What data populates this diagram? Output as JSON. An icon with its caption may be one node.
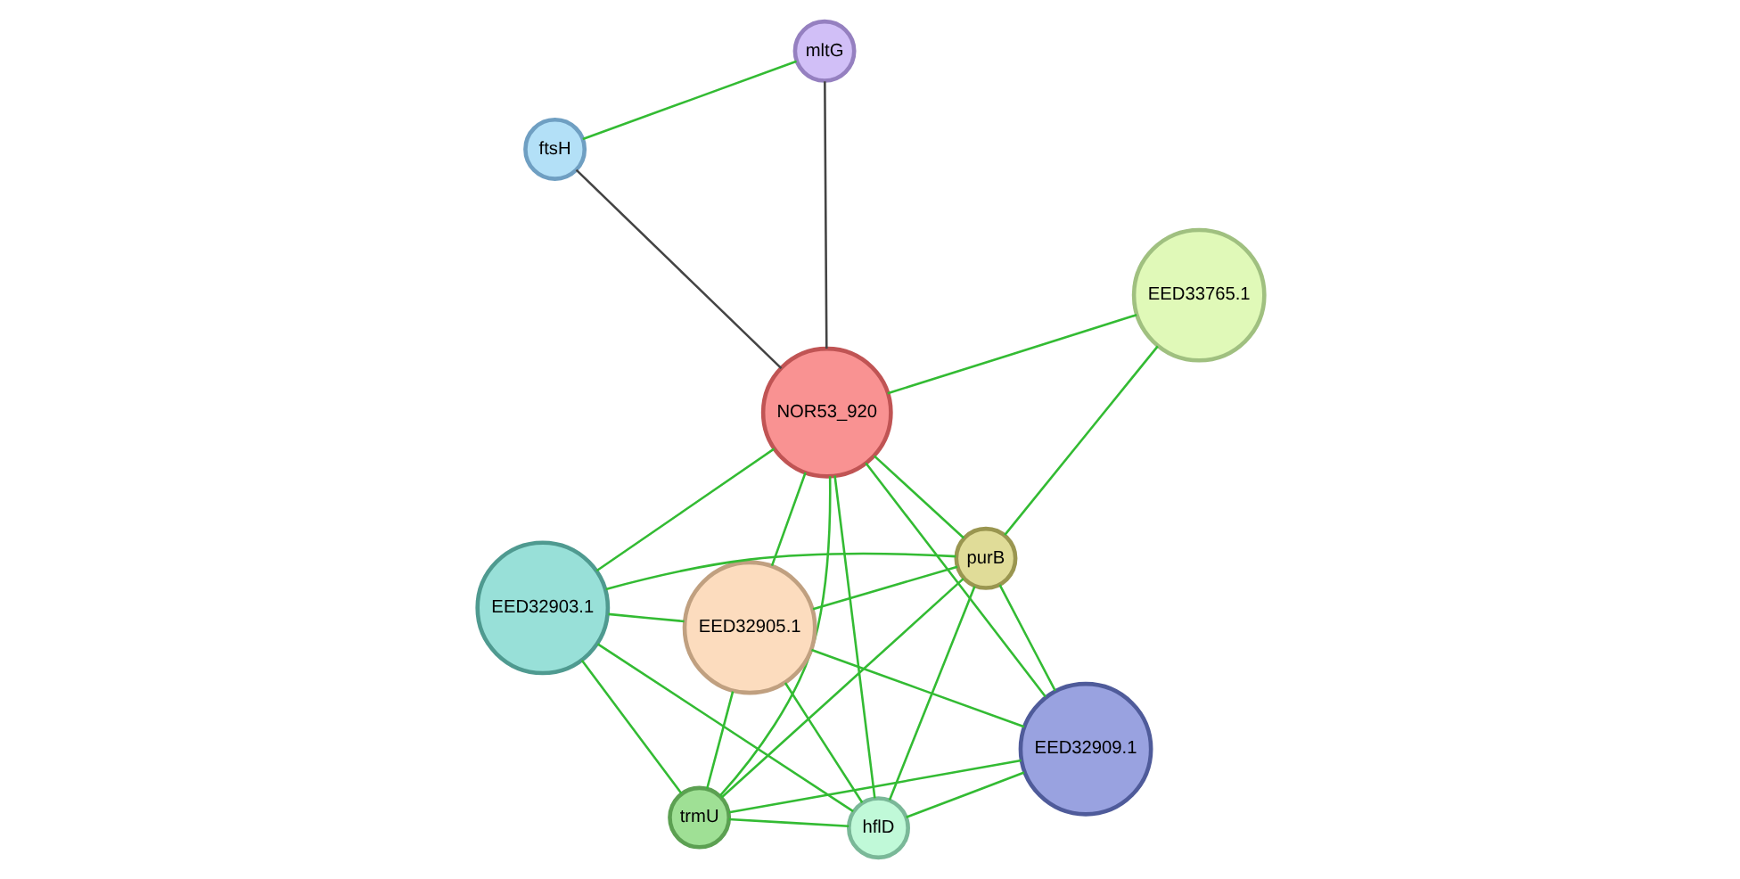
{
  "diagram": {
    "nodes": [
      {
        "text": [
          "ftsH"
        ]
      },
      {
        "text": [
          "mltG"
        ]
      },
      {
        "text": [
          "trmU"
        ]
      },
      {
        "text": [
          "NOR53_920"
        ]
      },
      {
        "text": [
          "EED32909.1"
        ]
      },
      {
        "text": [
          "EED32905.1"
        ]
      },
      {
        "text": [
          "EED32903.1"
        ]
      },
      {
        "text": [
          "hflD"
        ]
      },
      {
        "text": [
          "purB"
        ]
      },
      {
        "text": [
          "EED33765.1"
        ]
      }
    ],
    "edges": [
      {
        "from": 0,
        "to": 1,
        "arrow": "none"
      },
      {
        "from": 0,
        "to": 3,
        "arrow": "none",
        "color": "#444444"
      },
      {
        "from": 1,
        "to": 3,
        "arrow": "none",
        "color": "#444444"
      },
      {
        "from": 2,
        "to": 3,
        "arrow": "none"
      },
      {
        "from": 2,
        "to": 4,
        "arrow": "none"
      },
      {
        "from": 2,
        "to": 5,
        "arrow": "none"
      },
      {
        "from": 2,
        "to": 7,
        "arrow": "none"
      },
      {
        "from": 2,
        "to": 8,
        "arrow": "none"
      },
      {
        "from": 2,
        "to": 6,
        "arrow": "none"
      },
      {
        "from": 3,
        "to": 5,
        "arrow": "none"
      },
      {
        "from": 3,
        "to": 4,
        "arrow": "none"
      },
      {
        "from": 3,
        "to": 7,
        "arrow": "none"
      },
      {
        "from": 3,
        "to": 8,
        "arrow": "none"
      },
      {
        "from": 3,
        "to": 6,
        "arrow": "none"
      },
      {
        "from": 3,
        "to": 9,
        "arrow": "none"
      },
      {
        "from": 4,
        "to": 5,
        "arrow": "none"
      },
      {
        "from": 4,
        "to": 7,
        "arrow": "none"
      },
      {
        "from": 4,
        "to": 8,
        "arrow": "none"
      },
      {
        "from": 5,
        "to": 7,
        "arrow": "none"
      },
      {
        "from": 5,
        "to": 8,
        "arrow": "none"
      },
      {
        "from": 5,
        "to": 6,
        "arrow": "none"
      },
      {
        "from": 7,
        "to": 8,
        "arrow": "none"
      },
      {
        "from": 7,
        "to": 6,
        "arrow": "none"
      },
      {
        "from": 8,
        "to": 6,
        "arrow": "none"
      },
      {
        "from": 8,
        "to": 9,
        "arrow": "none"
      }
    ]
  }
}
